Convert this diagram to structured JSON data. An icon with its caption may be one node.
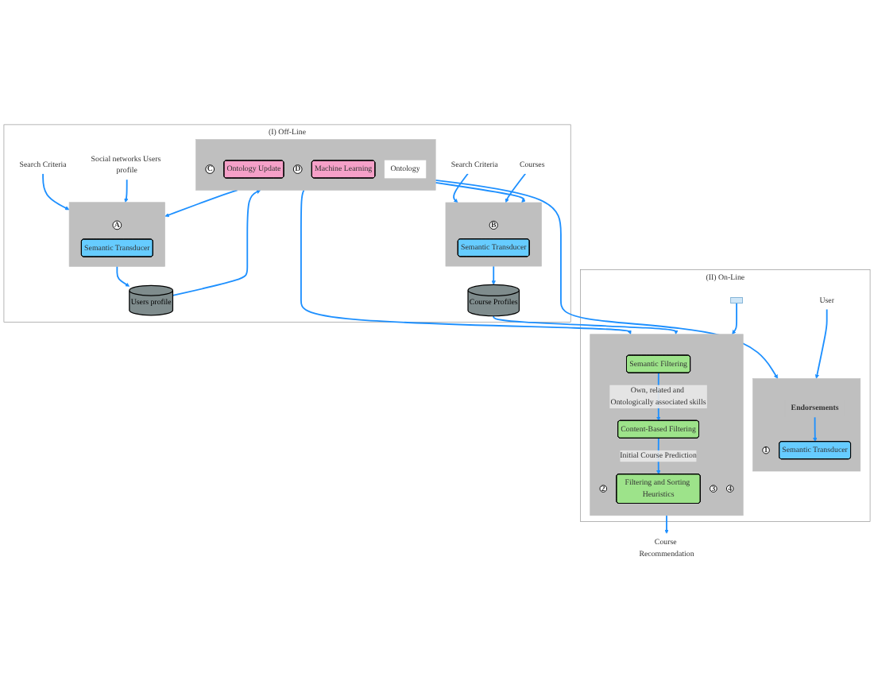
{
  "diagram": {
    "nodes": [
      {
        "text": [
          "(I) Off-Line"
        ]
      },
      {
        "text": [
          "Search Criteria"
        ],
        "in": 0
      },
      {
        "text": [
          "Social networks Users profile"
        ],
        "in": 0
      },
      {
        "text": [],
        "shape": "box",
        "in": 0
      },
      {
        "text": [
          "A"
        ],
        "in": 3
      },
      {
        "text": [
          "Semantic Transducer"
        ],
        "in": 3
      },
      {
        "text": [
          "Users profile"
        ],
        "in": 0
      },
      {
        "text": [
          "Search Criteria"
        ],
        "in": 0
      },
      {
        "text": [
          "Courses"
        ],
        "in": 0
      },
      {
        "text": [],
        "shape": "box",
        "in": 0
      },
      {
        "text": [
          "B"
        ],
        "in": 9
      },
      {
        "text": [
          "Semantic Transducer"
        ],
        "in": 9
      },
      {
        "text": [],
        "shape": "box",
        "in": 0
      },
      {
        "text": [
          "C"
        ],
        "in": 12
      },
      {
        "text": [
          "Ontology Update"
        ],
        "in": 12
      },
      {
        "text": [
          "D"
        ],
        "in": 12
      },
      {
        "text": [
          "Machine Learning"
        ],
        "in": 12
      },
      {
        "text": [
          "Ontology"
        ],
        "in": 12
      },
      {
        "text": [
          "Course Profiles"
        ],
        "in": 0
      },
      {
        "text": [
          "(II) On-Line"
        ]
      },
      {
        "text": [
          "User"
        ],
        "in": 19
      },
      {
        "text": [],
        "shape": "box",
        "in": 19
      },
      {
        "text": [
          "1"
        ],
        "in": 21
      },
      {
        "text": [
          "Endorsements"
        ],
        "in": 21
      },
      {
        "text": [
          "Semantic Transducer"
        ],
        "in": 21
      },
      {
        "text": [],
        "shape": "box",
        "in": 19
      },
      {
        "text": [],
        "shape": "box",
        "in": 19
      },
      {
        "text": [
          "2"
        ],
        "in": 26
      },
      {
        "text": [
          "Semantic Filtering"
        ],
        "in": 26
      },
      {
        "text": [
          "3"
        ],
        "in": 26
      },
      {
        "text": [
          "Content-Based Filtering"
        ],
        "in": 26
      },
      {
        "text": [
          "4"
        ],
        "in": 26
      },
      {
        "text": [
          "Filtering and Sorting Heuristics"
        ],
        "in": 26
      },
      {
        "text": [
          "Course Recommendation"
        ]
      }
    ],
    "edges": [
      {
        "from": 1,
        "to": 3,
        "arrow": "to"
      },
      {
        "from": 2,
        "to": 3,
        "arrow": "to"
      },
      {
        "from": 3,
        "to": 6,
        "arrow": "to"
      },
      {
        "from": 6,
        "to": 12,
        "arrow": "to"
      },
      {
        "from": 12,
        "to": 3,
        "arrow": "to"
      },
      {
        "from": 7,
        "to": 9,
        "arrow": "to"
      },
      {
        "from": 8,
        "to": 9,
        "arrow": "to"
      },
      {
        "from": 12,
        "to": 9,
        "arrow": "to"
      },
      {
        "from": 9,
        "to": 18,
        "arrow": "to"
      },
      {
        "from": 12,
        "to": 21,
        "arrow": "to"
      },
      {
        "from": 12,
        "to": 26,
        "arrow": "to"
      },
      {
        "from": 18,
        "to": 26,
        "arrow": "to"
      },
      {
        "from": 20,
        "to": 21,
        "arrow": "to"
      },
      {
        "from": 23,
        "to": 24,
        "arrow": "to"
      },
      {
        "from": 25,
        "to": 26,
        "arrow": "to"
      },
      {
        "from": 28,
        "to": 30,
        "arrow": "to",
        "label": "Own, related and Ontologically associated skills"
      },
      {
        "from": 30,
        "to": 32,
        "arrow": "to",
        "label": "Initial Course Prediction"
      },
      {
        "from": 26,
        "to": 33,
        "arrow": "to"
      }
    ]
  }
}
